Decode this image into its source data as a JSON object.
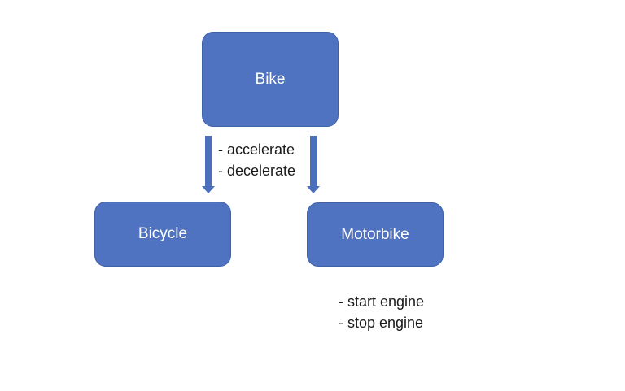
{
  "nodes": {
    "bike": "Bike",
    "bicycle": "Bicycle",
    "motorbike": "Motorbike"
  },
  "notes": {
    "bike_methods": [
      "- accelerate",
      "- decelerate"
    ],
    "motorbike_methods": [
      "- start engine",
      "- stop engine"
    ]
  },
  "colors": {
    "node_fill": "#4f73c0",
    "node_border": "#3e62a8",
    "arrow": "#4a6fbd",
    "text": "#1a1a1a"
  }
}
